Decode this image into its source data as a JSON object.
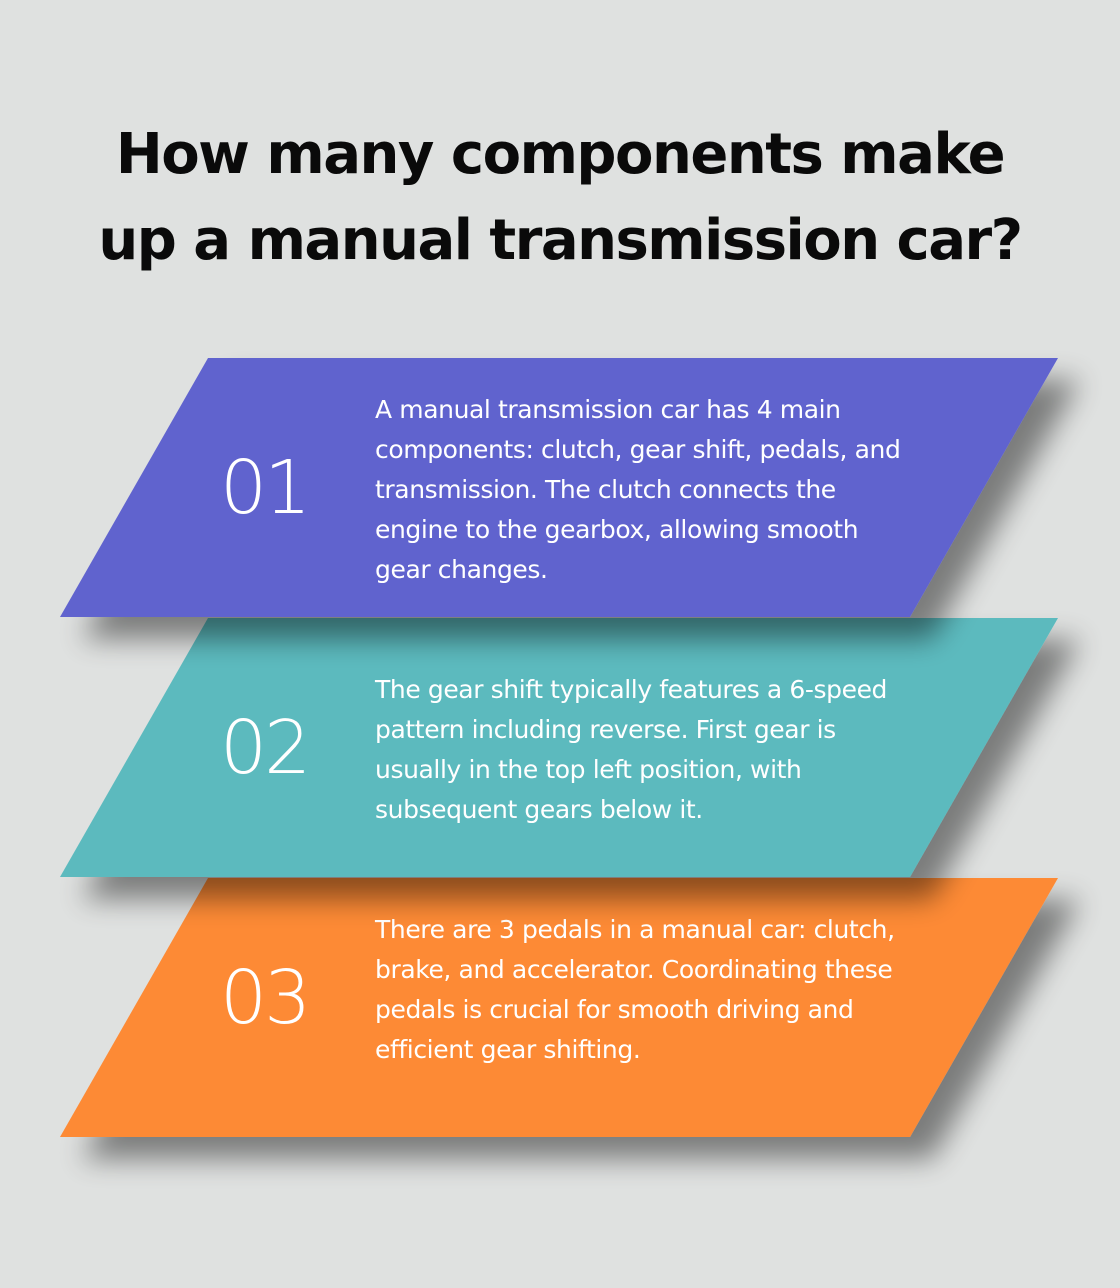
{
  "title": {
    "line1": "How many components make",
    "line2": "up a manual transmission car?"
  },
  "steps": [
    {
      "number": "01",
      "color": "#6064ce",
      "text": "A manual transmission car has 4 main components: clutch, gear shift, pedals, and transmission. The clutch connects the engine to the gearbox, allowing smooth gear changes."
    },
    {
      "number": "02",
      "color": "#5bbabe",
      "text": "The gear shift typically features a 6-speed pattern including reverse. First gear is usually in the top left position, with subsequent gears below it."
    },
    {
      "number": "03",
      "color": "#fd8a35",
      "text": "There are 3 pedals in a manual car: clutch, brake, and accelerator. Coordinating these pedals is crucial for smooth driving and efficient gear shifting."
    }
  ],
  "colors": {
    "background": "#dfe1e0",
    "title": "#0a0a0a"
  }
}
